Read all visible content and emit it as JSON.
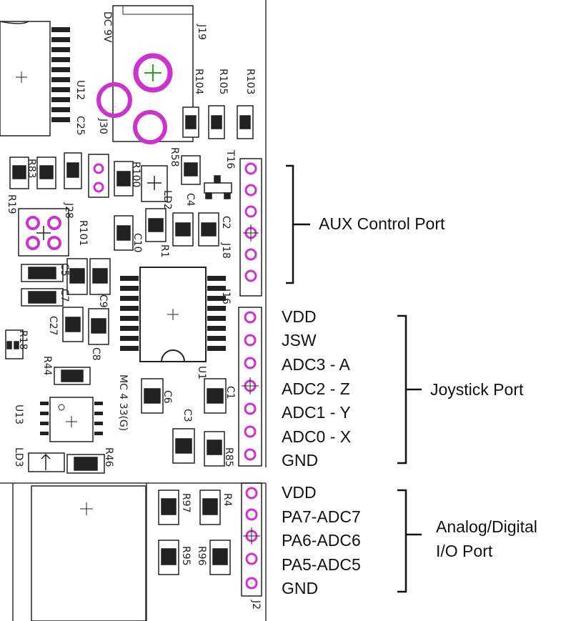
{
  "colors": {
    "silkscreen": "#1a1a1a",
    "pad_ring": "#cc33cc",
    "green_marker": "#22aa22",
    "label_text": "#111111",
    "background": "#ffffff"
  },
  "ports": {
    "aux": {
      "title": "AUX Control Port"
    },
    "joystick": {
      "title": "Joystick Port",
      "pins": [
        "VDD",
        "JSW",
        "ADC3 - A",
        "ADC2 - Z",
        "ADC1 - Y",
        "ADC0 - X",
        "GND"
      ]
    },
    "analog": {
      "title_line1": "Analog/Digital",
      "title_line2": "I/O Port",
      "pins": [
        "VDD",
        "PA7-ADC7",
        "PA6-ADC6",
        "PA5-ADC5",
        "GND"
      ]
    }
  },
  "silk": {
    "dc": "DC 9V",
    "j19": "J19",
    "r104": "R104",
    "r105": "R105",
    "r103": "R103",
    "u12": "U12",
    "c25": "C25",
    "j30": "J30",
    "r58": "R58",
    "t16": "T16",
    "r83": "R83",
    "r100": "R100",
    "ld2": "LD2",
    "c4": "C4",
    "r19": "R19",
    "j28": "J28",
    "r101": "R101",
    "c10": "C10",
    "r1": "R1",
    "c2": "C2",
    "j18": "J18",
    "j16": "J16",
    "c5": "C5",
    "c7": "C7",
    "c9": "C9",
    "c27": "C27",
    "c8": "C8",
    "r18": "R18",
    "r44": "R44",
    "u1": "U1",
    "mc": "MC 4 33(G)",
    "c6": "C6",
    "c1": "C1",
    "u13": "U13",
    "c3": "C3",
    "ld3": "LD3",
    "r46": "R46",
    "r85": "R85",
    "r97": "R97",
    "r4": "R4",
    "r95": "R95",
    "r96": "R96",
    "j2": "J2"
  }
}
